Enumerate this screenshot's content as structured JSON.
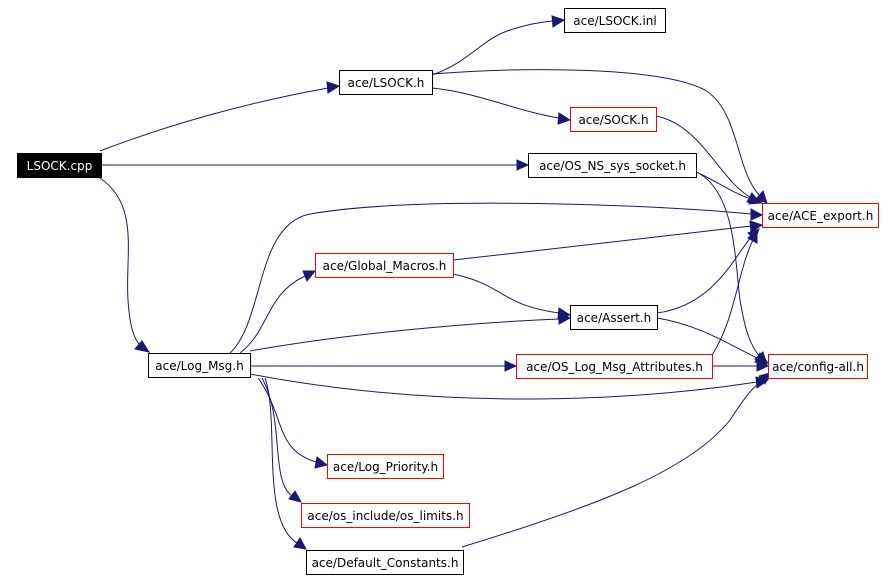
{
  "diagram": {
    "colors": {
      "edge": "#191970",
      "root_fill": "#000000",
      "root_text": "#ffffff",
      "documented_border": "#000000",
      "undocumented_border": "#ff0000",
      "node_fill": "#ffffff",
      "node_text": "#000000"
    },
    "nodes": {
      "lsock_cpp": {
        "label": "LSOCK.cpp",
        "kind": "root"
      },
      "lsock_h": {
        "label": "ace/LSOCK.h",
        "kind": "documented"
      },
      "lsock_inl": {
        "label": "ace/LSOCK.inl",
        "kind": "documented"
      },
      "sock_h": {
        "label": "ace/SOCK.h",
        "kind": "undocumented"
      },
      "os_ns_sys_socket_h": {
        "label": "ace/OS_NS_sys_socket.h",
        "kind": "documented"
      },
      "ace_export_h": {
        "label": "ace/ACE_export.h",
        "kind": "undocumented"
      },
      "global_macros_h": {
        "label": "ace/Global_Macros.h",
        "kind": "undocumented"
      },
      "assert_h": {
        "label": "ace/Assert.h",
        "kind": "documented"
      },
      "log_msg_h": {
        "label": "ace/Log_Msg.h",
        "kind": "documented"
      },
      "os_log_msg_attributes_h": {
        "label": "ace/OS_Log_Msg_Attributes.h",
        "kind": "undocumented"
      },
      "config_all_h": {
        "label": "ace/config-all.h",
        "kind": "undocumented"
      },
      "log_priority_h": {
        "label": "ace/Log_Priority.h",
        "kind": "undocumented"
      },
      "os_limits_h": {
        "label": "ace/os_include/os_limits.h",
        "kind": "undocumented"
      },
      "default_constants_h": {
        "label": "ace/Default_Constants.h",
        "kind": "documented"
      }
    },
    "edges": [
      [
        "lsock_cpp",
        "lsock_h"
      ],
      [
        "lsock_cpp",
        "os_ns_sys_socket_h"
      ],
      [
        "lsock_cpp",
        "log_msg_h"
      ],
      [
        "lsock_h",
        "lsock_inl"
      ],
      [
        "lsock_h",
        "sock_h"
      ],
      [
        "lsock_h",
        "ace_export_h"
      ],
      [
        "sock_h",
        "ace_export_h"
      ],
      [
        "os_ns_sys_socket_h",
        "ace_export_h"
      ],
      [
        "os_ns_sys_socket_h",
        "config_all_h"
      ],
      [
        "log_msg_h",
        "ace_export_h"
      ],
      [
        "log_msg_h",
        "global_macros_h"
      ],
      [
        "log_msg_h",
        "assert_h"
      ],
      [
        "log_msg_h",
        "os_log_msg_attributes_h"
      ],
      [
        "log_msg_h",
        "config_all_h"
      ],
      [
        "log_msg_h",
        "log_priority_h"
      ],
      [
        "log_msg_h",
        "os_limits_h"
      ],
      [
        "log_msg_h",
        "default_constants_h"
      ],
      [
        "global_macros_h",
        "ace_export_h"
      ],
      [
        "global_macros_h",
        "assert_h"
      ],
      [
        "assert_h",
        "ace_export_h"
      ],
      [
        "assert_h",
        "config_all_h"
      ],
      [
        "os_log_msg_attributes_h",
        "ace_export_h"
      ],
      [
        "os_log_msg_attributes_h",
        "config_all_h"
      ],
      [
        "default_constants_h",
        "config_all_h"
      ]
    ]
  }
}
